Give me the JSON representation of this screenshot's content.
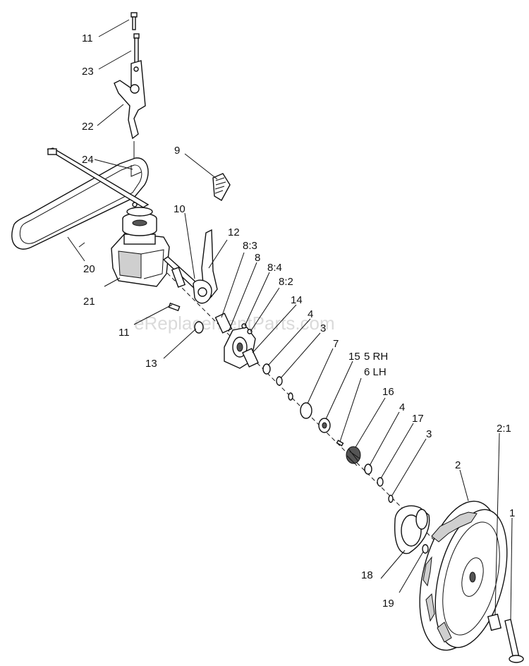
{
  "watermark": "eReplacementParts.com",
  "callouts": [
    {
      "id": "c-11a",
      "text": "11"
    },
    {
      "id": "c-23",
      "text": "23"
    },
    {
      "id": "c-22",
      "text": "22"
    },
    {
      "id": "c-24",
      "text": "24"
    },
    {
      "id": "c-9",
      "text": "9"
    },
    {
      "id": "c-10",
      "text": "10"
    },
    {
      "id": "c-12",
      "text": "12"
    },
    {
      "id": "c-83",
      "text": "8:3"
    },
    {
      "id": "c-8",
      "text": "8"
    },
    {
      "id": "c-84",
      "text": "8:4"
    },
    {
      "id": "c-82",
      "text": "8:2"
    },
    {
      "id": "c-20",
      "text": "20"
    },
    {
      "id": "c-21",
      "text": "21"
    },
    {
      "id": "c-14",
      "text": "14"
    },
    {
      "id": "c-4a",
      "text": "4"
    },
    {
      "id": "c-3a",
      "text": "3"
    },
    {
      "id": "c-7",
      "text": "7"
    },
    {
      "id": "c-15",
      "text": "15"
    },
    {
      "id": "c-5rh",
      "text": "5 RH"
    },
    {
      "id": "c-6lh",
      "text": "6 LH"
    },
    {
      "id": "c-11b",
      "text": "11"
    },
    {
      "id": "c-13",
      "text": "13"
    },
    {
      "id": "c-16",
      "text": "16"
    },
    {
      "id": "c-4b",
      "text": "4"
    },
    {
      "id": "c-17",
      "text": "17"
    },
    {
      "id": "c-3b",
      "text": "3"
    },
    {
      "id": "c-2",
      "text": "2"
    },
    {
      "id": "c-21b",
      "text": "2:1"
    },
    {
      "id": "c-1",
      "text": "1"
    },
    {
      "id": "c-18",
      "text": "18"
    },
    {
      "id": "c-19",
      "text": "19"
    }
  ]
}
